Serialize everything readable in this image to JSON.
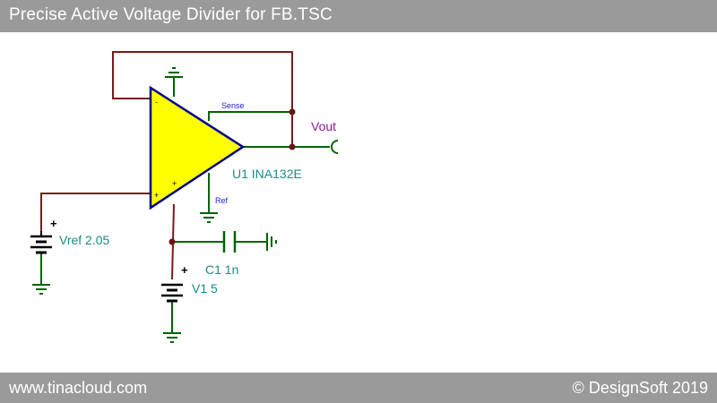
{
  "window": {
    "title": "Precise Active Voltage Divider for FB.TSC"
  },
  "footer": {
    "left": "www.tinacloud.com",
    "right": "© DesignSoft 2019"
  },
  "labels": {
    "sense": "Sense",
    "ref": "Ref",
    "vout": "Vout",
    "u1": "U1 INA132E",
    "vref": "Vref 2.05",
    "c1": "C1 1n",
    "v1": "V1 5",
    "opamp_minus": "-",
    "opamp_plus": "+",
    "opamp_plus_bottom": "+",
    "vref_plus": "+",
    "v1_plus": "+"
  },
  "colors": {
    "wire": "#006400",
    "wire_dark": "#7a1a1a",
    "opamp_fill": "#ffff00",
    "opamp_stroke": "#00008b",
    "junction": "#6b1414",
    "bar_bg": "#9a9a9a"
  }
}
